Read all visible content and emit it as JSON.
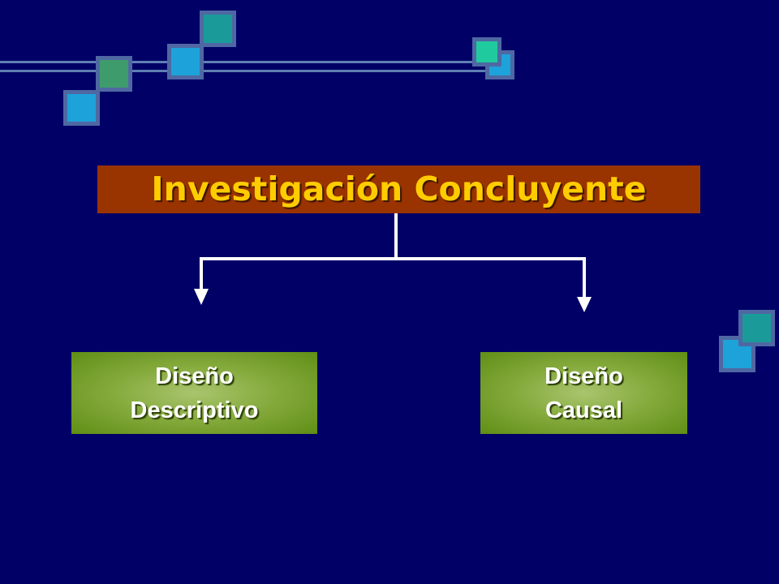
{
  "slide": {
    "title": "Investigación Concluyente",
    "left_box": {
      "line1": "Diseño",
      "line2": "Descriptivo"
    },
    "right_box": {
      "line1": "Diseño",
      "line2": "Causal"
    }
  },
  "colors": {
    "background": "#000066",
    "title_background": "#993300",
    "title_text": "#ffcc00",
    "box_green": "#86ab3e",
    "connector": "#ffffff",
    "square_blue": "#1ea2da",
    "square_green": "#3e9c6c",
    "square_teal": "#1a9b9a",
    "square_mint": "#1fcb9e"
  }
}
